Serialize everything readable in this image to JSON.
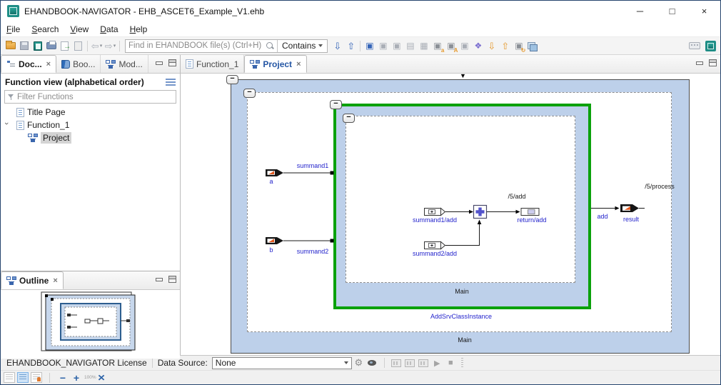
{
  "window": {
    "title": "EHANDBOOK-NAVIGATOR - EHB_ASCET6_Example_V1.ehb",
    "controls": {
      "minimize": "─",
      "maximize": "□",
      "close": "×"
    }
  },
  "menu": {
    "items": [
      {
        "u": "F",
        "rest": "ile"
      },
      {
        "u": "S",
        "rest": "earch"
      },
      {
        "u": "V",
        "rest": "iew"
      },
      {
        "u": "D",
        "rest": "ata"
      },
      {
        "u": "H",
        "rest": "elp"
      }
    ]
  },
  "toolbar": {
    "find_placeholder": "Find in EHANDBOOK file(s) (Ctrl+H)",
    "contains_label": "Contains",
    "icon_names": [
      "open-icon",
      "save-icon",
      "ebook-icon",
      "print-icon",
      "export-icon",
      "pdf-icon",
      "back-icon",
      "forward-icon",
      "search-next-icon",
      "search-previous-icon",
      "expand-structure-icon",
      "expand-siblings-icon",
      "collapse-structure-icon",
      "list-view-icon",
      "table-view-icon",
      "highlight-data-icon",
      "highlight-text-icon",
      "highlight-off-icon",
      "related-elements-icon",
      "goto-next-icon",
      "goto-previous-icon",
      "refresh-view-icon",
      "copy-view-icon",
      "keyboard-icon",
      "app-logo-icon"
    ],
    "glyphs": {
      "back": "⇦",
      "forward": "⇨",
      "next": "⇩",
      "previous": "⇧",
      "block": "▣",
      "list": "▤",
      "table": "▦",
      "clover": "❖",
      "down": "⇩",
      "up": "⇧",
      "refresh": "↻",
      "hl_a": "a",
      "hl_b": "A"
    }
  },
  "left_panel": {
    "tabs": [
      {
        "label": "Doc..."
      },
      {
        "label": "Boo..."
      },
      {
        "label": "Mod..."
      }
    ],
    "close_glyph": "×",
    "header": "Function view (alphabetical order)",
    "filter_placeholder": "Filter Functions",
    "tree": [
      {
        "label": "Title Page"
      },
      {
        "label": "Function_1"
      },
      {
        "label": "Project"
      }
    ]
  },
  "outline": {
    "tab_label": "Outline",
    "close_glyph": "×"
  },
  "editor": {
    "tabs": [
      {
        "label": "Function_1"
      },
      {
        "label": "Project"
      }
    ],
    "close_glyph": "×"
  },
  "diagram": {
    "labels": {
      "input_a": "a",
      "input_b": "b",
      "signal_summand1": "summand1",
      "signal_summand2": "summand2",
      "block_summand1": "summand1/add",
      "block_summand2": "summand2/add",
      "block_return": "return/add",
      "ref_add": "/5/add",
      "ref_process": "/5/process",
      "signal_add": "add",
      "output_result": "result",
      "inner_main": "Main",
      "instance": "AddSrvClassInstance",
      "outer_main": "Main",
      "scroll_marker": "▼",
      "collapse_glyph": "−"
    },
    "colors": {
      "container_fill": "#bdd0ea",
      "highlight_border": "#0ba10b",
      "label_blue": "#2323cc",
      "port_red": "#e2571d",
      "adder_purple": "#5353cc"
    }
  },
  "status": {
    "license": "EHANDBOOK_NAVIGATOR License",
    "data_source_label": "Data Source:",
    "data_source_value": "None",
    "glyphs": {
      "gear": "⚙",
      "play": "▶",
      "stop": "■",
      "minus": "−",
      "plus": "+",
      "zoom_reset": "100%",
      "fit": "✕"
    }
  }
}
